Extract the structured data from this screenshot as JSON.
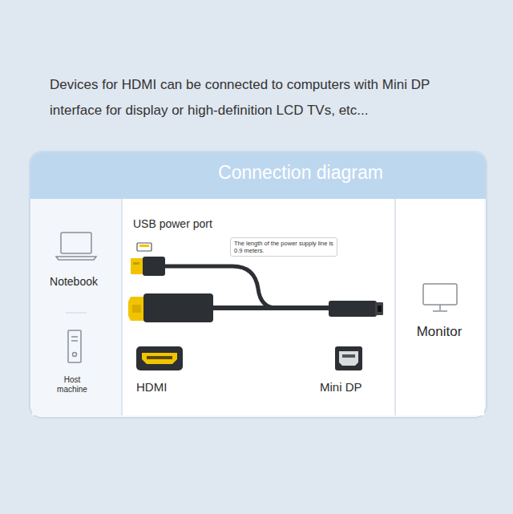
{
  "diagram": {
    "title": "Devices for HDMI can be connected to computers with Mini DP interface for display or high-definition LCD TVs, etc...",
    "nodes": [
      {
        "text": [
          "Connection diagram"
        ]
      },
      {
        "text": [
          "The length of the power supply line is 0.9 meters."
        ],
        "in": 0
      }
    ],
    "labels": [
      "USB power port",
      "Notebook",
      "Host machine",
      "HDMI",
      "Mini DP",
      "Monitor"
    ]
  }
}
